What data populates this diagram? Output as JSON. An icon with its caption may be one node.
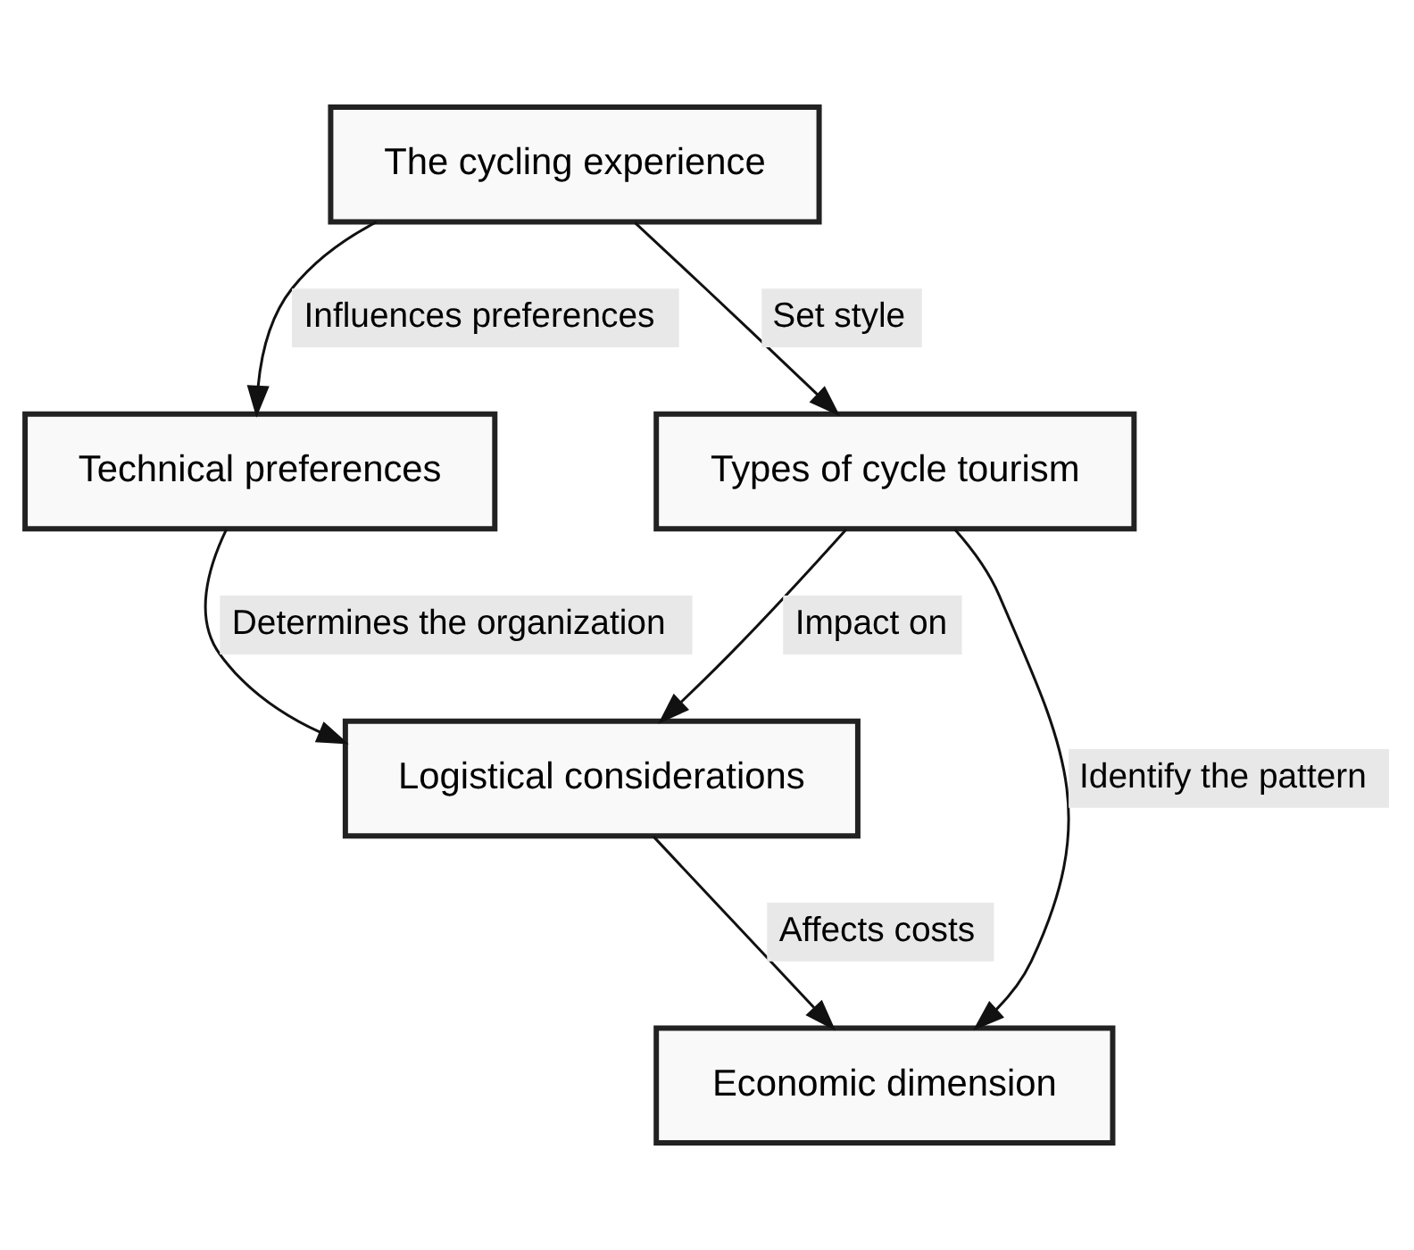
{
  "diagram": {
    "nodes": [
      {
        "text": [
          "The cycling experience"
        ]
      },
      {
        "text": [
          "Technical preferences"
        ]
      },
      {
        "text": [
          "Types of cycle tourism"
        ]
      },
      {
        "text": [
          "Logistical considerations"
        ]
      },
      {
        "text": [
          "Economic dimension"
        ]
      }
    ],
    "edges": [
      {
        "from": 0,
        "to": 1,
        "arrow": "to",
        "label": "Influences preferences"
      },
      {
        "from": 0,
        "to": 2,
        "arrow": "to",
        "label": "Set style"
      },
      {
        "from": 1,
        "to": 3,
        "arrow": "to",
        "label": "Determines the organization"
      },
      {
        "from": 2,
        "to": 3,
        "arrow": "to",
        "label": "Impact on"
      },
      {
        "from": 3,
        "to": 4,
        "arrow": "to",
        "label": "Affects costs"
      },
      {
        "from": 2,
        "to": 4,
        "arrow": "to",
        "label": "Identify the pattern"
      }
    ]
  }
}
